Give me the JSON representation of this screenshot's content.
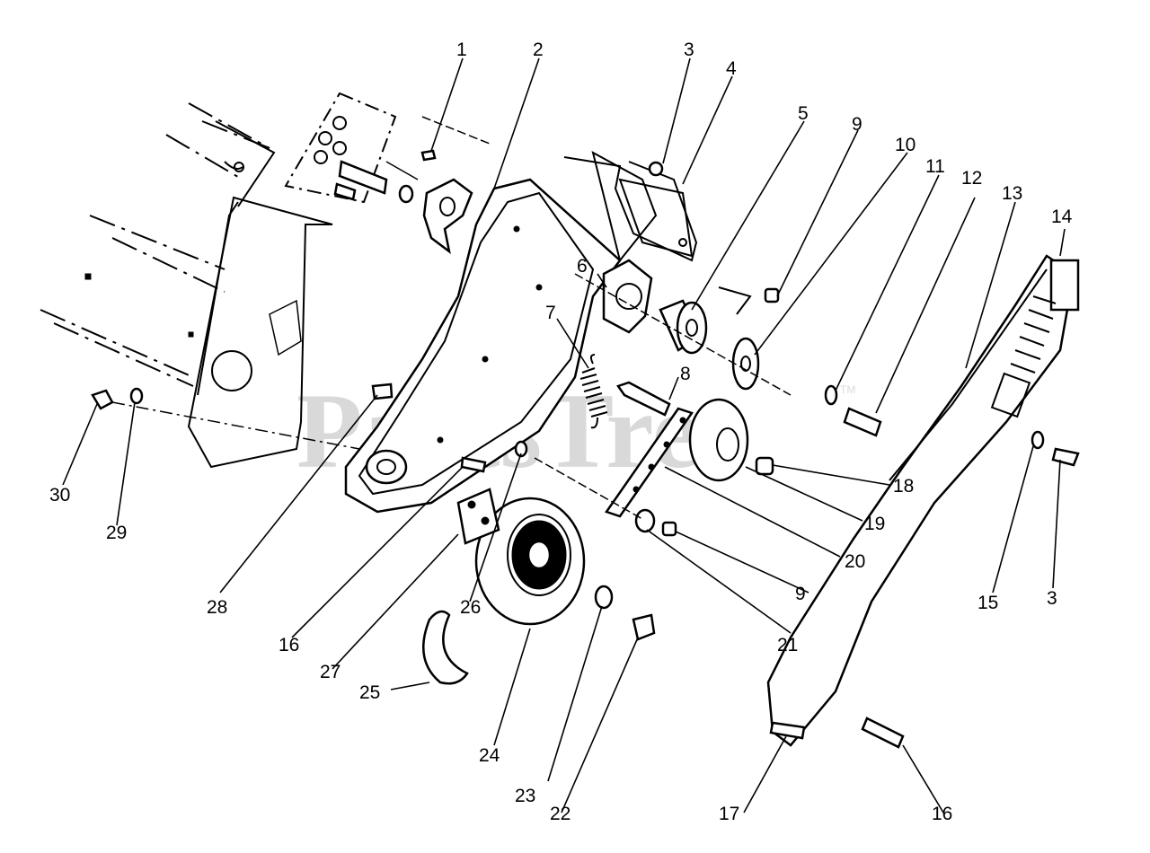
{
  "watermark": {
    "text": "PartsTree",
    "tm": "TM"
  },
  "labels": [
    {
      "key": "l1",
      "text": "1"
    },
    {
      "key": "l2",
      "text": "2"
    },
    {
      "key": "l3a",
      "text": "3"
    },
    {
      "key": "l4",
      "text": "4"
    },
    {
      "key": "l5",
      "text": "5"
    },
    {
      "key": "l9a",
      "text": "9"
    },
    {
      "key": "l10",
      "text": "10"
    },
    {
      "key": "l11",
      "text": "11"
    },
    {
      "key": "l12",
      "text": "12"
    },
    {
      "key": "l13",
      "text": "13"
    },
    {
      "key": "l14",
      "text": "14"
    },
    {
      "key": "l6",
      "text": "6"
    },
    {
      "key": "l7",
      "text": "7"
    },
    {
      "key": "l8",
      "text": "8"
    },
    {
      "key": "l18",
      "text": "18"
    },
    {
      "key": "l19",
      "text": "19"
    },
    {
      "key": "l20",
      "text": "20"
    },
    {
      "key": "l9b",
      "text": "9"
    },
    {
      "key": "l21",
      "text": "21"
    },
    {
      "key": "l15",
      "text": "15"
    },
    {
      "key": "l3b",
      "text": "3"
    },
    {
      "key": "l30",
      "text": "30"
    },
    {
      "key": "l29",
      "text": "29"
    },
    {
      "key": "l28",
      "text": "28"
    },
    {
      "key": "l16a",
      "text": "16"
    },
    {
      "key": "l26",
      "text": "26"
    },
    {
      "key": "l27",
      "text": "27"
    },
    {
      "key": "l25",
      "text": "25"
    },
    {
      "key": "l24",
      "text": "24"
    },
    {
      "key": "l23",
      "text": "23"
    },
    {
      "key": "l22",
      "text": "22"
    },
    {
      "key": "l17",
      "text": "17"
    },
    {
      "key": "l16b",
      "text": "16"
    }
  ]
}
